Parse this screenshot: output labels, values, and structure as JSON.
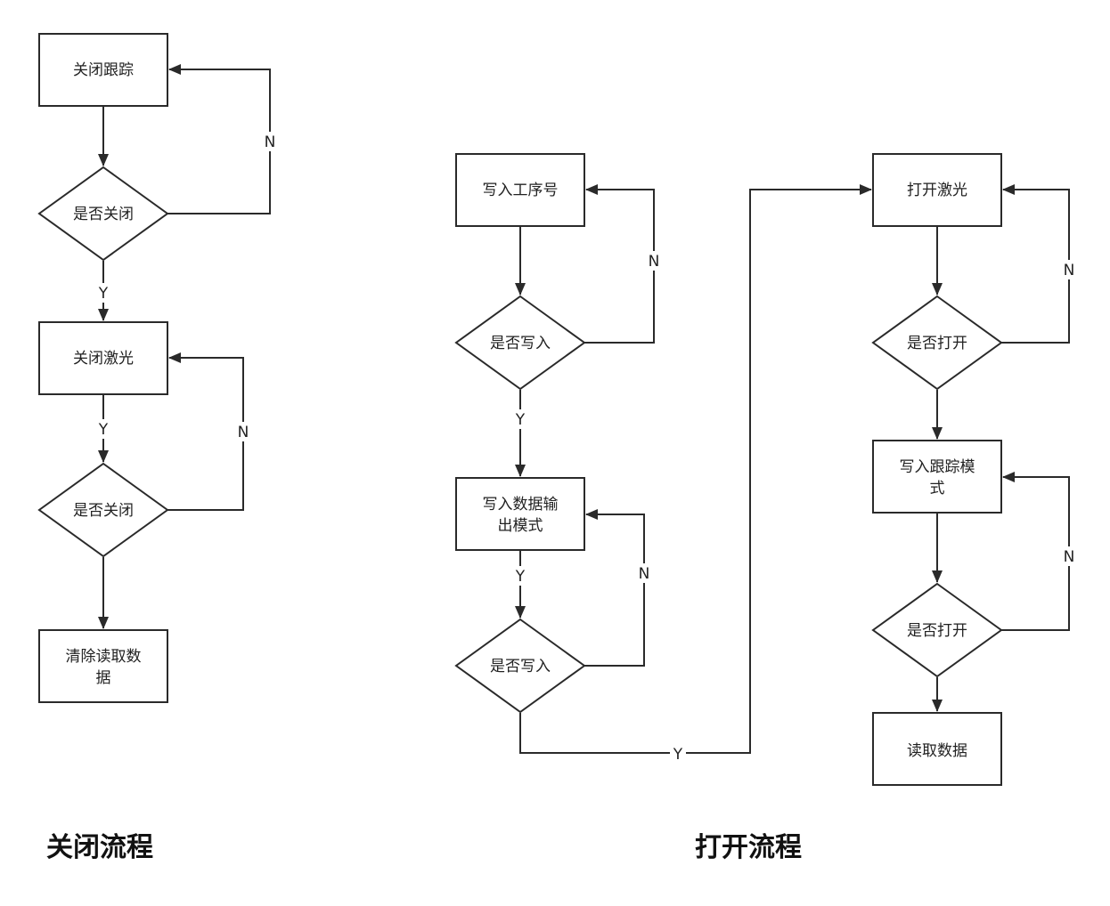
{
  "colors": {
    "stroke": "#2a2a2a",
    "text": "#222222",
    "background": "#ffffff"
  },
  "flows": {
    "close": {
      "title": "关闭流程",
      "nodes": {
        "c1": "关闭跟踪",
        "c2": "是否关闭",
        "c3": "关闭激光",
        "c4": "是否关闭",
        "c5": [
          "清除读取数",
          "据"
        ]
      },
      "labels": {
        "c2_no": "N",
        "c2_yes": "Y",
        "c3_yes": "Y",
        "c4_no": "N"
      }
    },
    "open": {
      "title": "打开流程",
      "nodes": {
        "o1": "写入工序号",
        "o2": "是否写入",
        "o3": [
          "写入数据输",
          "出模式"
        ],
        "o4": "是否写入",
        "o5": "打开激光",
        "o6": "是否打开",
        "o7": [
          "写入跟踪模",
          "式"
        ],
        "o8": "是否打开",
        "o9": "读取数据"
      },
      "labels": {
        "o2_no": "N",
        "o2_yes": "Y",
        "o3_yes": "Y",
        "o4_no": "N",
        "o4_yes": "Y",
        "o6_no": "N",
        "o8_no": "N"
      }
    }
  }
}
